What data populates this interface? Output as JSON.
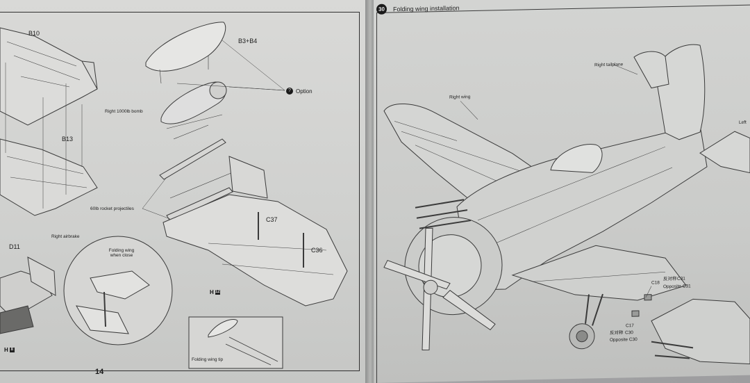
{
  "left_page": {
    "page_number": "14",
    "labels": {
      "b10": "B10",
      "b13": "B13",
      "b3b4": "B3+B4",
      "option": "Option",
      "bomb": "Right 1000lb bomb",
      "rockets": "60lb rocket projectiles",
      "c37": "C37",
      "c36": "C36",
      "d11": "D11",
      "airbrake": "Right airbrake",
      "folding_close": "Folding wing when close",
      "folding_tip": "Folding wing tip"
    },
    "badges": {
      "h_left": "H",
      "h_left_num": "8",
      "h_center": "H",
      "h_center_num": "12"
    }
  },
  "right_page": {
    "step_number": "30",
    "step_title": "Folding wing installation",
    "labels": {
      "right_wing": "Right wing",
      "right_tailplane": "Right tailplane",
      "left_partial": "Left",
      "c18": "C18",
      "c31_cn": "反对称",
      "c31": "C31",
      "opposite_c31": "Opposite C31",
      "c17": "C17",
      "c30_cn": "反对称",
      "c30": "C30",
      "opposite_c30": "Opposite C30"
    }
  },
  "colors": {
    "paper": "#d3d4d2",
    "ink": "#2a2a2a",
    "spine": "#9a9a9c"
  }
}
